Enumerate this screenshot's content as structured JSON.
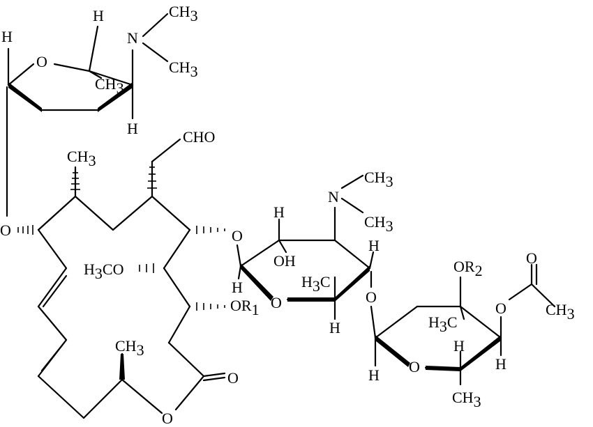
{
  "atoms": {
    "h_top_left": "H",
    "o_ring1": "O",
    "h_ring1_top": "H",
    "n_top": "N",
    "ch3_n_top_1": "CH3",
    "ch3_n_top_2": "CH3",
    "ch3_ring1": "CH3",
    "h_ring1_bottom": "H",
    "cho": "CHO",
    "ch3_macro_top": "CH3",
    "o_left_link": "O",
    "h3co": "H3CO",
    "o_sugar_link": "O",
    "h_sugar2_1": "H",
    "oh_sugar2": "OH",
    "n_mid": "N",
    "ch3_n_mid_1": "CH3",
    "ch3_n_mid_2": "CH3",
    "h_sugar2_right": "H",
    "h_sugar2_anomeric": "H",
    "o_ring2": "O",
    "h3c_ring2": "H3C",
    "or1": "OR1",
    "o_mid_link": "O",
    "h_ring2_bottom": "H",
    "or2": "OR2",
    "o_ester_dbl": "O",
    "o_ester": "O",
    "ch3_ester": "CH3",
    "h3c_ring3": "H3C",
    "h_ring3_1": "H",
    "h_ring3_2": "H",
    "h_ring3_anomeric": "H",
    "o_ring3": "O",
    "ch3_ring3": "CH3",
    "ch3_lactone": "CH3",
    "o_lactone_dbl": "O",
    "o_lactone": "O"
  }
}
